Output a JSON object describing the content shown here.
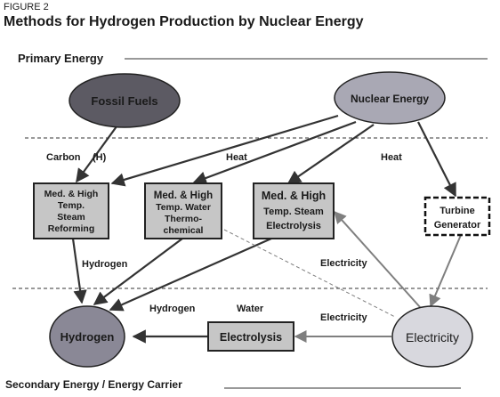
{
  "figure": {
    "label": "FIGURE 2",
    "title": "Methods for Hydrogen Production by Nuclear Energy"
  },
  "sections": {
    "primary": "Primary Energy",
    "secondary": "Secondary Energy / Energy Carrier"
  },
  "nodes": {
    "fossil_fuels": "Fossil Fuels",
    "nuclear_energy": "Nuclear Energy",
    "hydrogen": "Hydrogen",
    "electricity": "Electricity",
    "electrolysis": "Electrolysis",
    "steam_reforming": [
      "Med. & High",
      "Temp.",
      "Steam",
      "Reforming"
    ],
    "thermochemical": [
      "Med. & High",
      "Temp. Water",
      "Thermo-",
      "chemical"
    ],
    "steam_electrolysis": [
      "Med. & High",
      "Temp. Steam",
      "Electrolysis"
    ],
    "turbine_generator": [
      "Turbine",
      "Generator"
    ]
  },
  "edge_labels": {
    "carbon": "Carbon",
    "h": "(H)",
    "heat_1": "Heat",
    "heat_2": "Heat",
    "hydrogen_flow": "Hydrogen",
    "electricity_upper": "Electricity",
    "hydrogen_lower": "Hydrogen",
    "water": "Water",
    "electricity_lower": "Electricity"
  },
  "colors": {
    "fossil_fill": "#5c5a63",
    "nuclear_fill": "#a9a8b4",
    "hydrogen_fill": "#8a8896",
    "electricity_fill": "#d8d8de",
    "box_fill": "#c6c6c6",
    "dark_arrow": "#333333",
    "gray_arrow": "#7f7f7f"
  }
}
